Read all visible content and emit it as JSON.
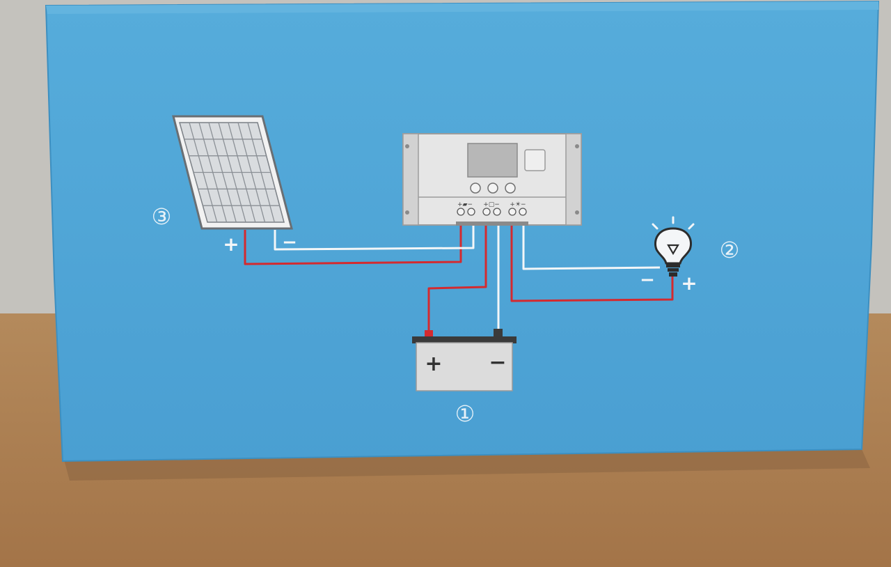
{
  "scene": {
    "colors": {
      "box_face": "#4ea6d6",
      "wall": "#c6c4bf",
      "table": "#ad7f52",
      "wire_red": "#d0202a",
      "wire_white": "#f4f6f8",
      "device_gray": "#d9d9d9",
      "print_white": "#ffffff"
    }
  },
  "labels": {
    "battery_number": "①",
    "load_number": "②",
    "panel_number": "③",
    "panel_plus": "+",
    "panel_minus": "−",
    "battery_plus": "+",
    "battery_minus": "−",
    "load_minus": "−",
    "load_plus": "+",
    "terminal_group_panel": "+▰−",
    "terminal_group_battery": "+▢−",
    "terminal_group_load": "+☀−"
  },
  "icons": {
    "panel": "solar-panel-icon",
    "controller": "charge-controller-icon",
    "bulb": "light-bulb-icon",
    "battery": "battery-icon"
  }
}
